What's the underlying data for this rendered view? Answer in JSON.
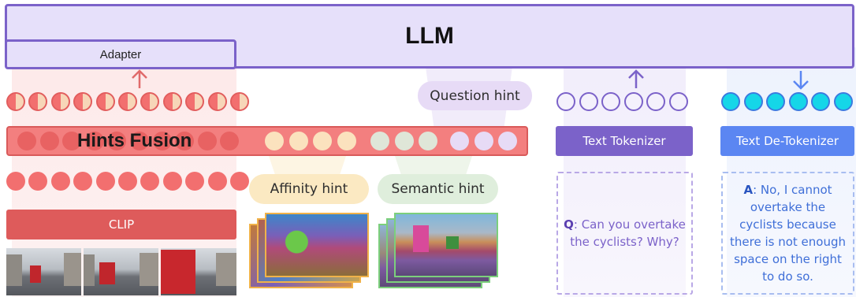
{
  "llm": {
    "label": "LLM"
  },
  "adapter": {
    "label": "Adapter"
  },
  "hints_fusion": {
    "label": "Hints Fusion"
  },
  "question_hint": {
    "label": "Question hint"
  },
  "affinity_hint": {
    "label": "Affinity hint"
  },
  "semantic_hint": {
    "label": "Semantic hint"
  },
  "clip": {
    "label": "CLIP"
  },
  "text_tokenizer": {
    "label": "Text Tokenizer"
  },
  "text_detokenizer": {
    "label": "Text De-Tokenizer"
  },
  "question": {
    "prefix": "Q",
    "text": ": Can you overtake the cyclists? Why?"
  },
  "answer": {
    "prefix": "A",
    "text": ": No, I cannot overtake the cyclists because there is not enough space on the right to do so."
  },
  "colors": {
    "llm_fill": "#e6e0fa",
    "llm_border": "#7b62c9",
    "red_token": "#f26f6f",
    "red_bar": "#ea7070",
    "affinity_token": "#fbe2be",
    "semantic_token": "#dfe6d8",
    "question_token": "#e7dbf6",
    "tokenizer_fill": "#7b62c9",
    "detokenizer_fill": "#5b86f2",
    "cyan_token": "#15d6e8",
    "clip_fill": "#de5b5b"
  }
}
